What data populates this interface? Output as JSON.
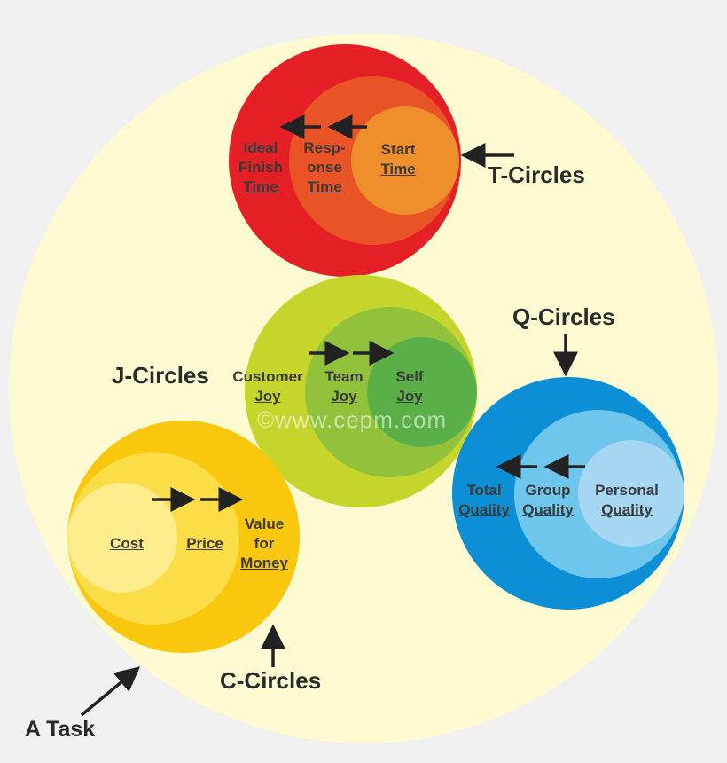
{
  "task_label": "A Task",
  "watermark": "©www.cepm.com",
  "t_circles": {
    "name": "T-Circles",
    "outer": {
      "line1": "Ideal",
      "line2": "Finish",
      "line3": "Time"
    },
    "middle": {
      "line1": "Resp-",
      "line2": "onse",
      "line3": "Time"
    },
    "inner": {
      "line1": "Start",
      "line2": "Time"
    },
    "colors": {
      "outer": "#e41f26",
      "middle": "#e95427",
      "inner": "#ee8f2b"
    }
  },
  "j_circles": {
    "name": "J-Circles",
    "outer": {
      "line1": "Customer",
      "line2": "Joy"
    },
    "middle": {
      "line1": "Team",
      "line2": "Joy"
    },
    "inner": {
      "line1": "Self",
      "line2": "Joy"
    },
    "colors": {
      "outer": "#c5d52c",
      "middle": "#92c13c",
      "inner": "#5aaf47"
    }
  },
  "q_circles": {
    "name": "Q-Circles",
    "outer": {
      "line1": "Total",
      "line2": "Quality"
    },
    "middle": {
      "line1": "Group",
      "line2": "Quality"
    },
    "inner": {
      "line1": "Personal",
      "line2": "Quality"
    },
    "colors": {
      "outer": "#0c8fd4",
      "middle": "#6ec6ec",
      "inner": "#a6d7f2"
    }
  },
  "c_circles": {
    "name": "C-Circles",
    "inner": {
      "line1": "Cost"
    },
    "middle": {
      "line1": "Price"
    },
    "outer": {
      "line1": "Value",
      "line2": "for",
      "line3": "Money"
    },
    "colors": {
      "outer": "#f8c70e",
      "middle": "#fbdd47",
      "inner": "#fcec8b"
    }
  },
  "task_color": "#fdfad2"
}
